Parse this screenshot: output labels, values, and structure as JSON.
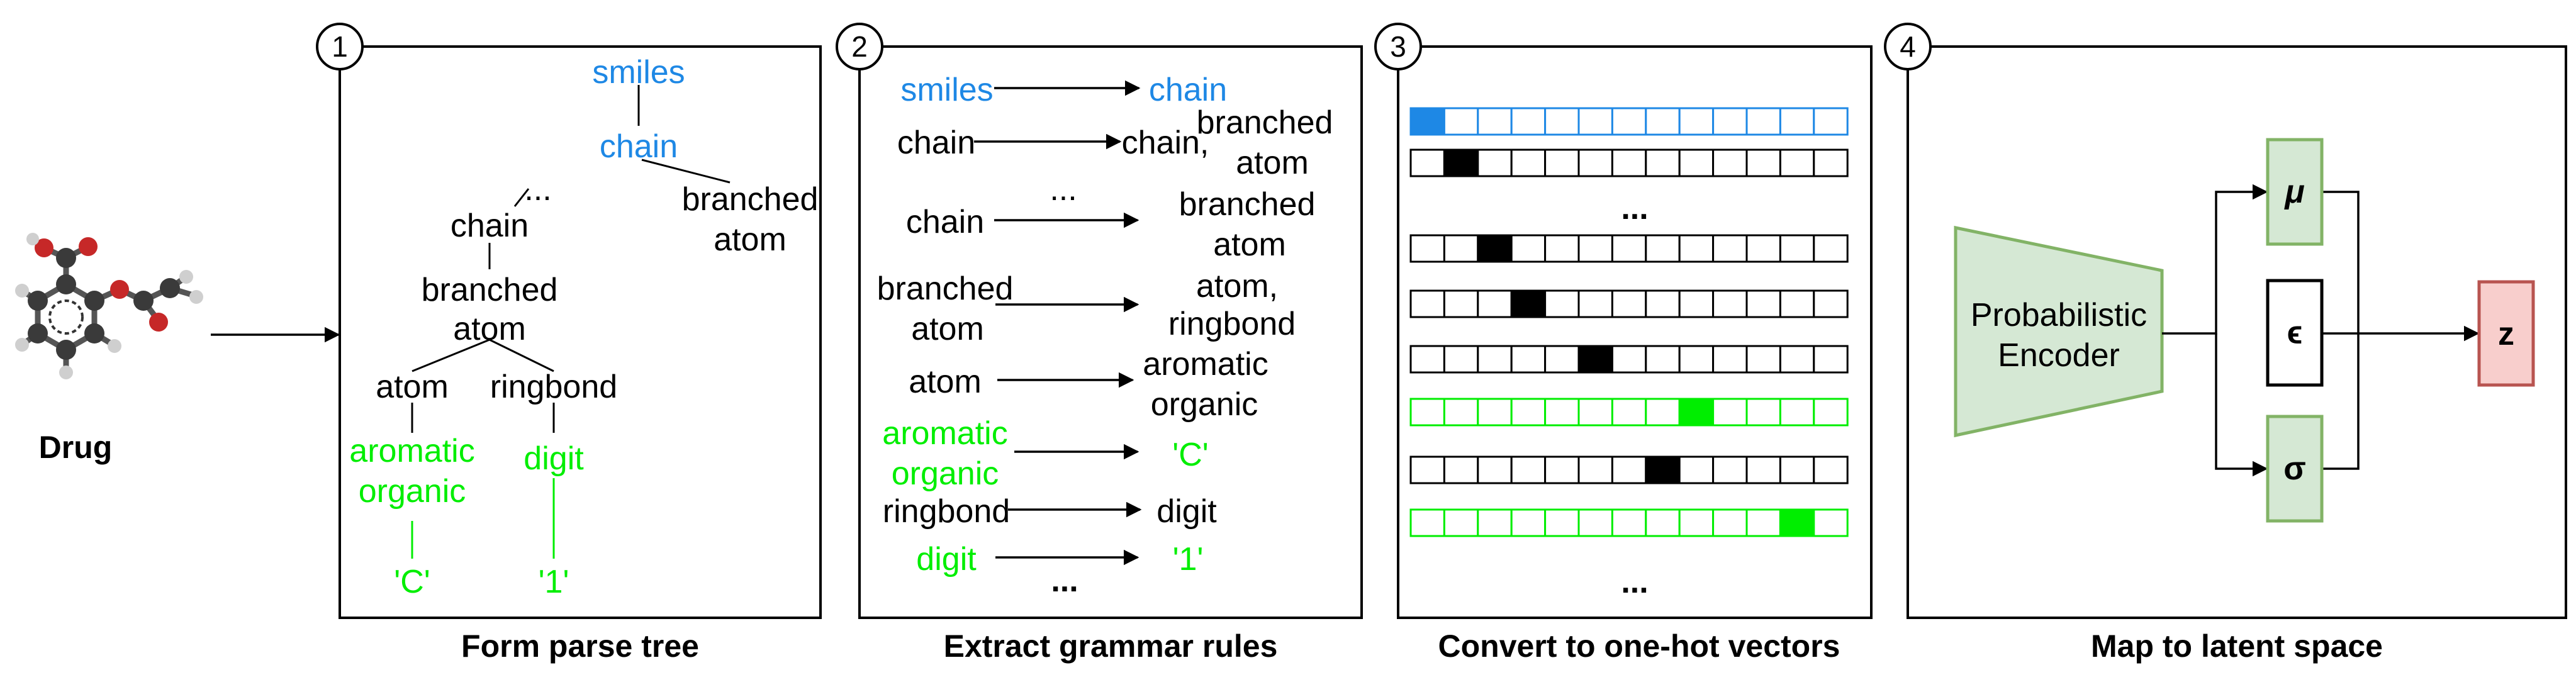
{
  "drug_label": "Drug",
  "panels": [
    {
      "number": "1",
      "caption": "Form parse tree"
    },
    {
      "number": "2",
      "caption": "Extract grammar rules"
    },
    {
      "number": "3",
      "caption": "Convert to one-hot vectors"
    },
    {
      "number": "4",
      "caption": "Map to latent space"
    }
  ],
  "parse_tree": {
    "smiles": "smiles",
    "chain_top": "chain",
    "ellipsis": "...",
    "branched_atom_right_1": "branched",
    "branched_atom_right_2": "atom",
    "chain": "chain",
    "branched_1": "branched",
    "branched_2": "atom",
    "atom": "atom",
    "ringbond": "ringbond",
    "aromatic_1": "aromatic",
    "aromatic_2": "organic",
    "digit": "digit",
    "c_leaf": "'C'",
    "one_leaf": "'1'"
  },
  "grammar_rules": {
    "r1_lhs": "smiles",
    "r1_rhs": "chain",
    "r2_lhs": "chain",
    "r2_rhs_1": "chain,",
    "r2_rhs_2": "branched",
    "r2_rhs_3": "atom",
    "ellipsis_top": "...",
    "r3_lhs": "chain",
    "r3_rhs_1": "branched",
    "r3_rhs_2": "atom",
    "r4_lhs_1": "branched",
    "r4_lhs_2": "atom",
    "r4_rhs_1": "atom,",
    "r4_rhs_2": "ringbond",
    "r5_lhs": "atom",
    "r5_rhs_1": "aromatic",
    "r5_rhs_2": "organic",
    "r6_lhs_1": "aromatic",
    "r6_lhs_2": "organic",
    "r6_rhs": "'C'",
    "r7_lhs": "ringbond",
    "r7_rhs": "digit",
    "r8_lhs": "digit",
    "r8_rhs": "'1'",
    "ellipsis_bottom": "..."
  },
  "one_hot": {
    "cells_per_row": 13,
    "ellipsis_1": "...",
    "ellipsis_2": "...",
    "rows": [
      {
        "active": 0,
        "color": "blue"
      },
      {
        "active": 1,
        "color": "black"
      },
      {
        "active": 2,
        "color": "black"
      },
      {
        "active": 3,
        "color": "black"
      },
      {
        "active": 5,
        "color": "black"
      },
      {
        "active": 8,
        "color": "green"
      },
      {
        "active": 7,
        "color": "black"
      },
      {
        "active": 11,
        "color": "green"
      }
    ]
  },
  "encoder": {
    "encoder_1": "Probabilistic",
    "encoder_2": "Encoder",
    "mu": "μ",
    "epsilon": "ϵ",
    "sigma": "σ",
    "z": "z"
  },
  "colors": {
    "blue": "#1e88e5",
    "green": "#00ee00",
    "encoder_fill": "#d5e8d4",
    "encoder_stroke": "#82b366",
    "z_fill": "#f8cecc",
    "z_stroke": "#b85450"
  }
}
